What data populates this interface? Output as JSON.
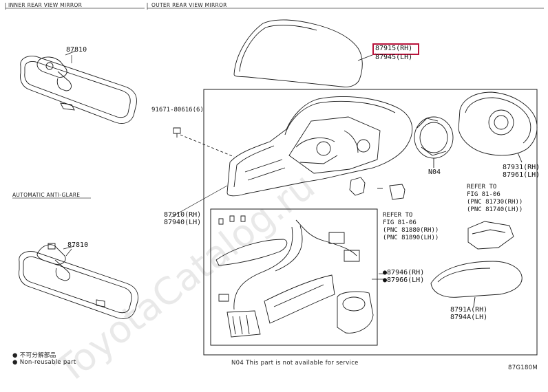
{
  "sections": {
    "inner": "INNER REAR VIEW MIRROR",
    "outer": "OUTER REAR VIEW MIRROR",
    "auto": "AUTOMATIC ANTI-GLARE"
  },
  "parts": {
    "p87810_top": "87810",
    "p87810_bottom": "87810",
    "p87915": "87915(RH)",
    "p87945": "87945(LH)",
    "p91671": "91671-80616(6)",
    "pN04": "N04",
    "p87931": "87931(RH)",
    "p87961": "87961(LH)",
    "p87910": "87910(RH)",
    "p87940": "87940(LH)",
    "p87946": "87946(RH)",
    "p87966": "87966(LH)",
    "p8791A": "8791A(RH)",
    "p8794A": "8794A(LH)"
  },
  "refs": {
    "right": {
      "line1": "REFER TO",
      "line2": "FIG 81-06",
      "line3": "(PNC 81730(RH))",
      "line4": "(PNC 81740(LH))"
    },
    "center": {
      "line1": "REFER TO",
      "line2": "FIG 81-06",
      "line3": "(PNC 81880(RH))",
      "line4": "(PNC 81890(LH))"
    }
  },
  "legend": {
    "line1": "不可分解部品",
    "line2": "Non-reusable part",
    "n04": "N04 This part is not available for service"
  },
  "figure_code": "87G180M",
  "watermark": "ToyotaCatalog.ru",
  "colors": {
    "highlight": "#b8123a",
    "line": "#1a1a1a",
    "watermark": "#d8d8d8"
  }
}
